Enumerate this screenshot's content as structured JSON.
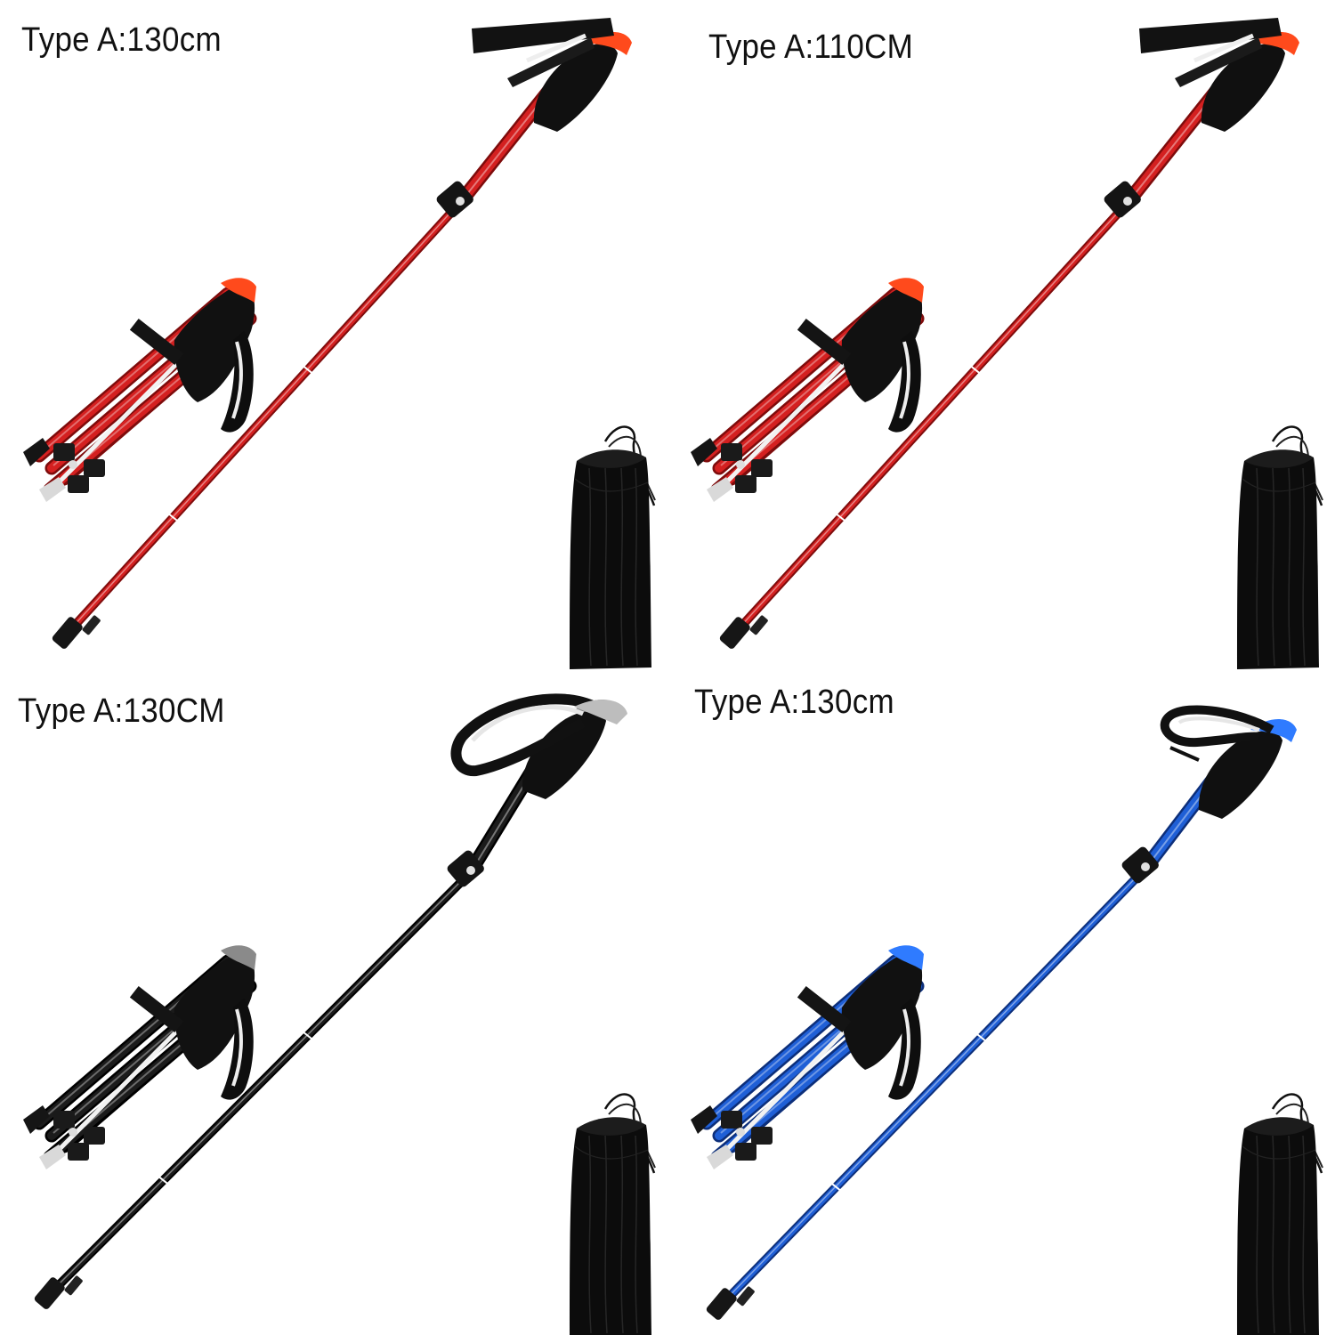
{
  "panels": [
    {
      "label": "Type A:130cm",
      "color": "#d42020",
      "color_dark": "#7e0c0c",
      "accent": "#ff4a1c"
    },
    {
      "label": "Type A:110CM",
      "color": "#d42020",
      "color_dark": "#7e0c0c",
      "accent": "#ff4a1c"
    },
    {
      "label": "Type A:130CM",
      "color": "#1b1b1b",
      "color_dark": "#000000",
      "accent": "#8a8a8a"
    },
    {
      "label": "Type A:130cm",
      "color": "#1f5fd6",
      "color_dark": "#0d2f7a",
      "accent": "#2f7bff"
    }
  ],
  "icons": {
    "pole": "trekking-pole-icon",
    "folded": "folded-pole-icon",
    "bag": "drawstring-bag-icon"
  }
}
